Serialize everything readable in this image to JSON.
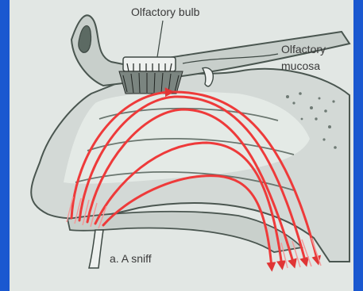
{
  "labels": {
    "olfactory_bulb": "Olfactory bulb",
    "olfactory_mucosa_line1": "Olfactory",
    "olfactory_mucosa_line2": "mucosa",
    "caption": "a. A sniff"
  },
  "colors": {
    "background": "#1450c8",
    "panel": "#e2e7e4",
    "tissue": "#d3d9d6",
    "airflow": "#ee3a3a",
    "outline": "#4a5650"
  },
  "airflow_arrow_count": 5
}
